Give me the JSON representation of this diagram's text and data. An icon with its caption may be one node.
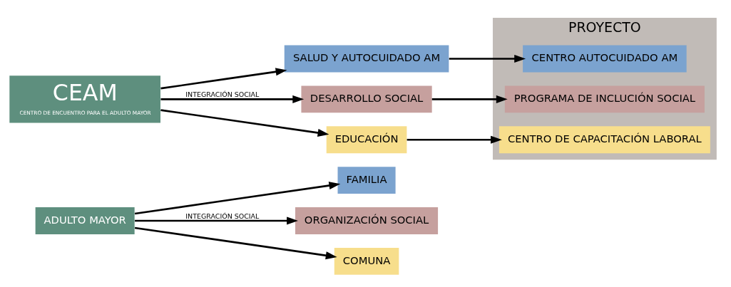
{
  "diagram": {
    "nodes": [
      {
        "text": [
          "ADULTO MAYOR"
        ]
      },
      {
        "text": [
          "FAMILIA"
        ]
      },
      {
        "text": [
          "ORGANIZACIÓN SOCIAL"
        ]
      },
      {
        "text": [
          "COMUNA"
        ]
      },
      {
        "text": [
          "CEAM",
          "CENTRO DE ENCUENTRO PARA EL ADULTO MAYOR"
        ]
      },
      {
        "text": [
          "SALUD Y AUTOCUIDADO AM"
        ]
      },
      {
        "text": [
          "DESARROLLO SOCIAL"
        ]
      },
      {
        "text": [
          "EDUCACIÓN"
        ]
      },
      {
        "text": [
          "PROYECTO"
        ]
      },
      {
        "text": [
          "CENTRO AUTOCUIDADO AM"
        ],
        "in": 8
      },
      {
        "text": [
          "PROGRAMA DE INCLUCIÓN SOCIAL"
        ],
        "in": 8
      },
      {
        "text": [
          "CENTRO DE CAPACITACIÓN LABORAL"
        ],
        "in": 8
      }
    ],
    "edges": [
      {
        "from": 0,
        "to": 1,
        "arrow": "to"
      },
      {
        "from": 0,
        "to": 2,
        "arrow": "to",
        "label": "INTEGRACIÓN SOCIAL"
      },
      {
        "from": 0,
        "to": 3,
        "arrow": "to"
      },
      {
        "from": 4,
        "to": 5,
        "arrow": "to"
      },
      {
        "from": 4,
        "to": 6,
        "arrow": "to",
        "label": "INTEGRACIÓN SOCIAL"
      },
      {
        "from": 4,
        "to": 7,
        "arrow": "to"
      },
      {
        "from": 5,
        "to": 9,
        "arrow": "to"
      },
      {
        "from": 6,
        "to": 10,
        "arrow": "to"
      },
      {
        "from": 7,
        "to": 11,
        "arrow": "to"
      }
    ]
  }
}
